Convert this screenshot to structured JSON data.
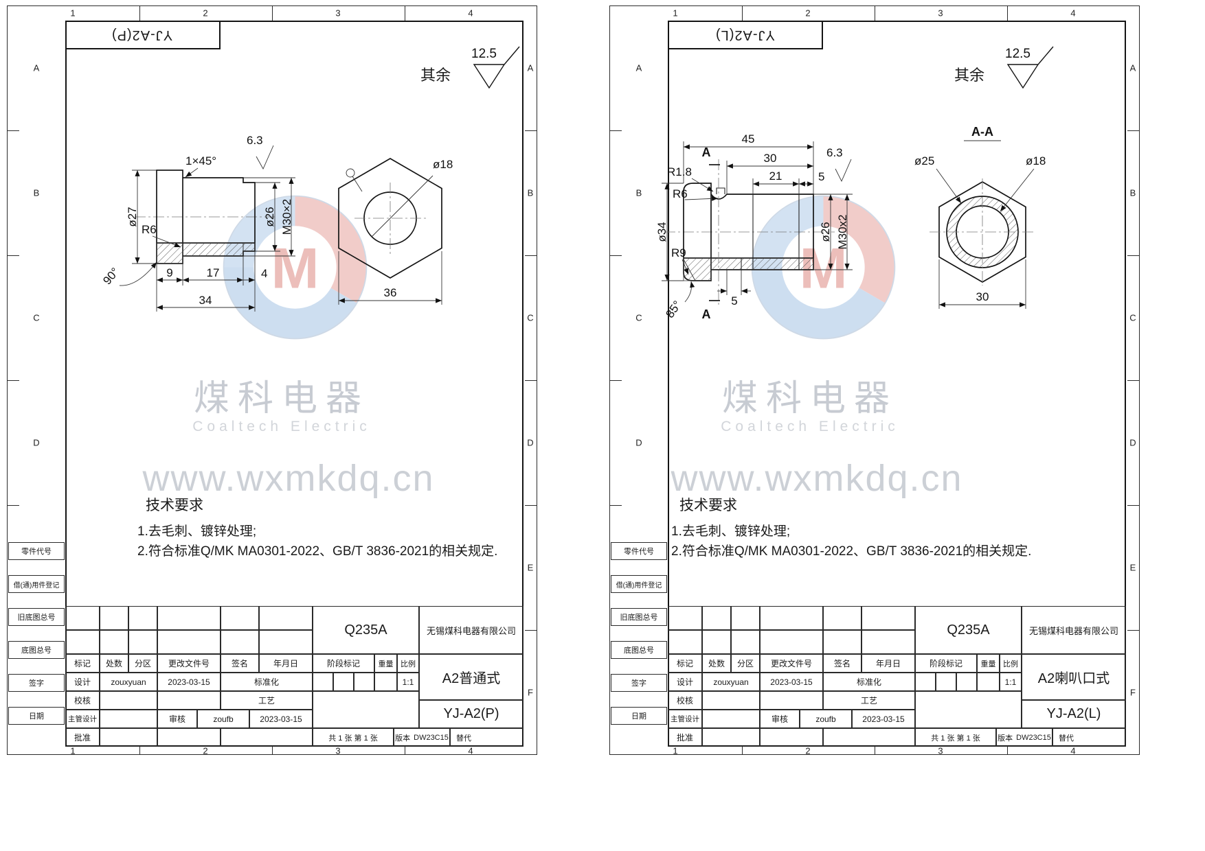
{
  "frame": {
    "cols": [
      "1",
      "2",
      "3",
      "4"
    ],
    "rows": [
      "A",
      "B",
      "C",
      "D",
      "E",
      "F"
    ],
    "margin_labels": [
      "零件代号",
      "借(通)用件登记",
      "旧底图总号",
      "底图总号",
      "签字",
      "日期"
    ]
  },
  "watermark": {
    "cn": "煤科电器",
    "en": "Coaltech Electric",
    "url": "www.wxmkdq.cn",
    "logo_letter": "M"
  },
  "tech": {
    "title": "技术要求",
    "line1": "1.去毛刺、镀锌处理;",
    "line2": "2.符合标准Q/MK MA0301-2022、GB/T 3836-2021的相关规定."
  },
  "titleblock": {
    "rev_headers": [
      "标记",
      "处数",
      "分区",
      "更改文件号",
      "签名",
      "年月日"
    ],
    "design_label": "设计",
    "designer": "zouxyuan",
    "design_date": "2023-03-15",
    "standard_label": "标准化",
    "check_label": "校核",
    "process_label": "工艺",
    "chief_label": "主管设计",
    "review_label": "审核",
    "reviewer": "zoufb",
    "review_date": "2023-03-15",
    "approve_label": "批准",
    "stage_label": "阶段标记",
    "weight_label": "重量",
    "scale_label": "比例",
    "scale_value": "1:1",
    "sheet_note": "共 1 张  第 1 张",
    "version_label": "版本",
    "version_value": "DW23C15",
    "replace_label": "替代",
    "company": "无锡煤科电器有限公司",
    "material": "Q235A"
  },
  "sheets": [
    {
      "header_title": "YJ-A2(P)",
      "surface_prefix": "其余",
      "surface_value": "12.5",
      "product_name": "A2普通式",
      "drawing_no": "YJ-A2(P)",
      "dims": {
        "chamfer": "1×45°",
        "roughness": "6.3",
        "d_head": "ø27",
        "r_fillet": "R6",
        "d_body": "ø26",
        "thread": "M30×2",
        "len_head": "9",
        "len_mid": "17",
        "len_step": "4",
        "len_total": "34",
        "cone_angle": "90°",
        "hex_bore": "ø18",
        "hex_af": "36"
      }
    },
    {
      "header_title": "YJ-A2(L)",
      "surface_prefix": "其余",
      "surface_value": "12.5",
      "product_name": "A2喇叭口式",
      "drawing_no": "YJ-A2(L)",
      "dims": {
        "len_total": "45",
        "len_30": "30",
        "len_21": "21",
        "len_5_top": "5",
        "roughness": "6.3",
        "r_18": "R1.8",
        "r_6": "R6",
        "d_flange": "ø34",
        "r_9": "R9",
        "d_body": "ø26",
        "thread": "M30x2",
        "len_5_bottom": "5",
        "cone_angle": "85°",
        "section_mark": "A",
        "section_title": "A-A",
        "d_outer": "ø25",
        "d_bore": "ø18",
        "hex_af": "30"
      }
    }
  ]
}
